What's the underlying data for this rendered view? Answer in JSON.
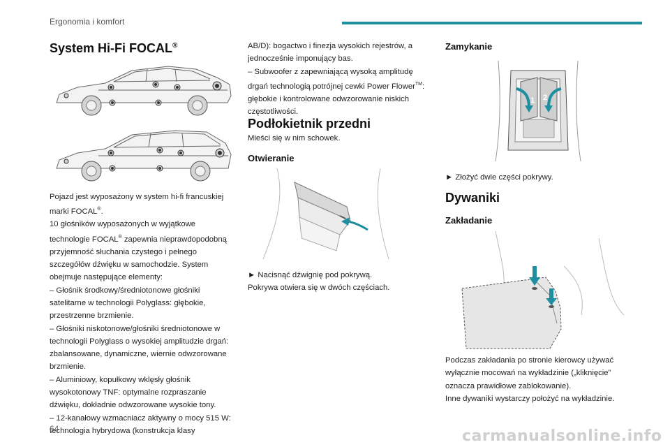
{
  "header": {
    "section": "Ergonomia i komfort"
  },
  "page_number": "64",
  "watermark": "carmanualsonline.info",
  "col1": {
    "title": "System Hi-Fi FOCAL",
    "title_sup": "®",
    "p1a": "Pojazd jest wyposażony w system hi-fi francuskiej marki FOCAL",
    "p1a_sup": "®",
    "p1a_end": ".",
    "p1b": "10 głośników wyposażonych w wyjątkowe technologie FOCAL",
    "p1b_sup": "®",
    "p1b_end": " zapewnia nieprawdopodobną przyjemność słuchania czystego i pełnego szczegółów dźwięku w samochodzie. System obejmuje następujące elementy:",
    "item1": "–  Głośnik środkowy/średniotonowe głośniki satelitarne w technologii Polyglass: głębokie, przestrzenne brzmienie.",
    "item2": "–  Głośniki niskotonowe/głośniki średniotonowe w technologii Polyglass o wysokiej amplitudzie drgań: zbalansowane, dynamiczne, wiernie odwzorowane brzmienie.",
    "item3": "–  Aluminiowy, kopułkowy wklęsły głośnik wysokotonowy TNF: optymalne rozpraszanie dźwięku, dokładnie odwzorowane wysokie tony.",
    "item4": "–  12-kanałowy wzmacniacz aktywny o mocy 515 W: technologia hybrydowa (konstrukcja klasy"
  },
  "col2": {
    "cont": "AB/D): bogactwo i finezja wysokich rejestrów, a jednocześnie imponujący bas.",
    "item5a": "–  Subwoofer z zapewniającą wysoką amplitudę drgań technologią potrójnej cewki Power Flower",
    "item5_sup": "TM",
    "item5b": ": głębokie i kontrolowane odwzorowanie niskich częstotliwości.",
    "h_armrest": "Podłokietnik przedni",
    "armrest_desc": "Mieści się w nim schowek.",
    "h_open": "Otwieranie",
    "open_step": "►  Nacisnąć dźwignię pod pokrywą.",
    "open_note": "Pokrywa otwiera się w dwóch częściach."
  },
  "col3": {
    "h_close": "Zamykanie",
    "close_step": "►  Złożyć dwie części pokrywy.",
    "callout1": "1",
    "callout2": "2",
    "h_mats": "Dywaniki",
    "h_fit": "Zakładanie",
    "fit_p1": "Podczas zakładania po stronie kierowcy używać wyłącznie mocowań na wykładzinie („kliknięcie” oznacza prawidłowe zablokowanie).",
    "fit_p2": "Inne dywaniki wystarczy położyć na wykładzinie."
  }
}
